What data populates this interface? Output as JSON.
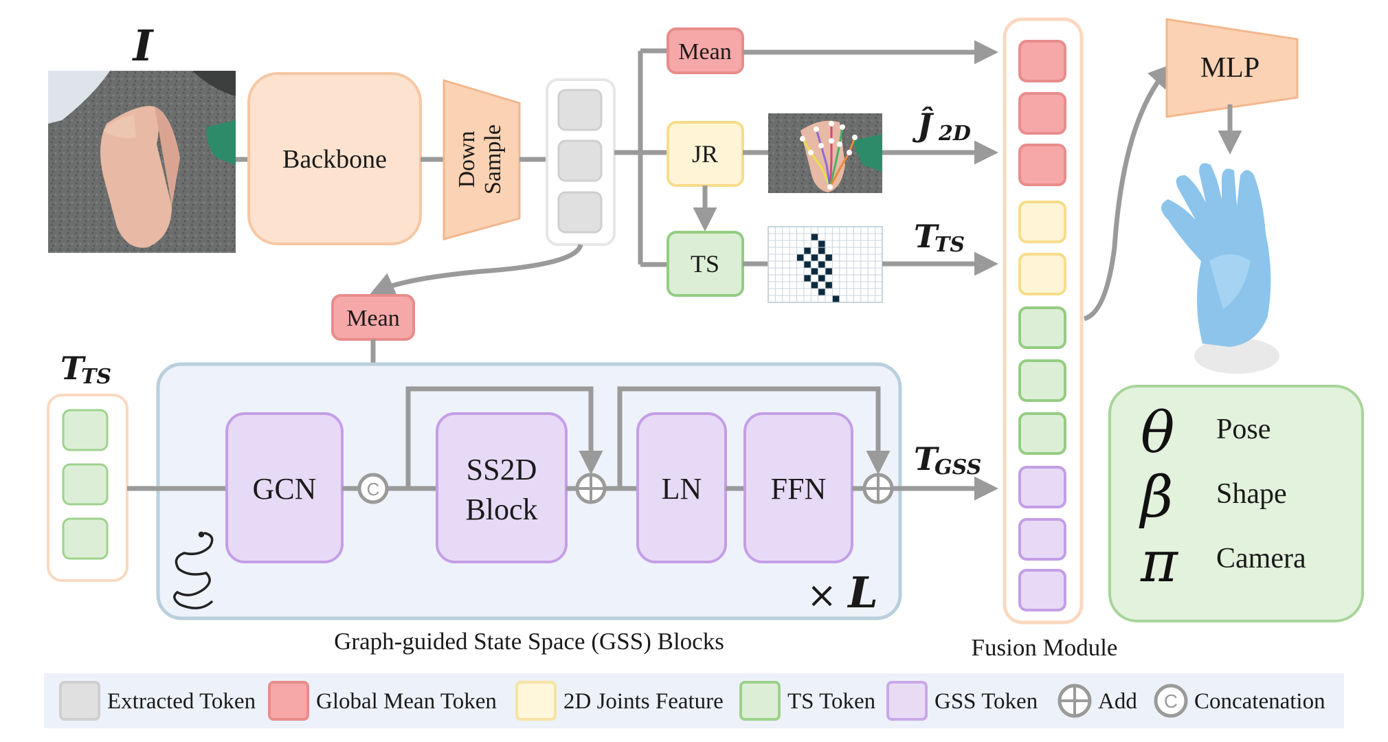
{
  "input": {
    "symbol": "I"
  },
  "backbone": {
    "label": "Backbone"
  },
  "downsample": {
    "line1": "Down",
    "line2": "Sample"
  },
  "top_branch": {
    "mean_label": "Mean",
    "jr_label": "JR",
    "ts_label": "TS",
    "j2d_symbol": "Ĵ",
    "j2d_sub": "2D",
    "tts_symbol": "T",
    "tts_sub": "TS"
  },
  "gss": {
    "mean_label": "Mean",
    "input_symbol": "T",
    "input_sub": "TS",
    "gcn_label": "GCN",
    "ss2d_line1": "SS2D",
    "ss2d_line2": "Block",
    "ln_label": "LN",
    "ffn_label": "FFN",
    "repeat_times": "×",
    "repeat_symbol": "L",
    "output_symbol": "T",
    "output_sub": "GSS",
    "caption": "Graph-guided State Space (GSS) Blocks"
  },
  "fusion": {
    "caption": "Fusion Module",
    "tokens": [
      "mean",
      "mean",
      "mean",
      "joints",
      "joints",
      "ts",
      "ts",
      "ts",
      "gss",
      "gss",
      "gss"
    ]
  },
  "mlp": {
    "label": "MLP"
  },
  "outputs": [
    {
      "symbol": "θ",
      "label": "Pose"
    },
    {
      "symbol": "β",
      "label": "Shape"
    },
    {
      "symbol": "π",
      "label": "Camera"
    }
  ],
  "legend": [
    {
      "kind": "token",
      "color": "#e0e0e0",
      "border": "#cfcfcf",
      "label": "Extracted Token"
    },
    {
      "kind": "token",
      "color": "#f6a8a8",
      "border": "#e88c8c",
      "label": "Global Mean Token"
    },
    {
      "kind": "token",
      "color": "#fff7dc",
      "border": "#f6e3a0",
      "label": "2D Joints Feature"
    },
    {
      "kind": "token",
      "color": "#dcefd6",
      "border": "#9ed18c",
      "label": "TS Token"
    },
    {
      "kind": "token",
      "color": "#e8dcf5",
      "border": "#c9a8e8",
      "label": "GSS Token"
    },
    {
      "kind": "add",
      "label": "Add"
    },
    {
      "kind": "concat",
      "label": "Concatenation"
    }
  ],
  "colors": {
    "backbone": "#fde3cf",
    "backbone_border": "#f7c6a3",
    "mean": "#f6a8a8",
    "mean_border": "#e88c8c",
    "jr": "#fff5d6",
    "jr_border": "#f6dd8a",
    "ts": "#dcefd6",
    "ts_border": "#94cc82",
    "gss_block": "#e7daf6",
    "gss_block_border": "#c49ee6",
    "gss_panel": "#eef2fb",
    "gss_panel_border": "#b9cfdc",
    "output_panel": "#e2f2dc",
    "output_panel_border": "#a8d49a",
    "arrow": "#9a9a9a",
    "hand": "#8cc4ec",
    "legend_bg": "#edf1fa"
  }
}
